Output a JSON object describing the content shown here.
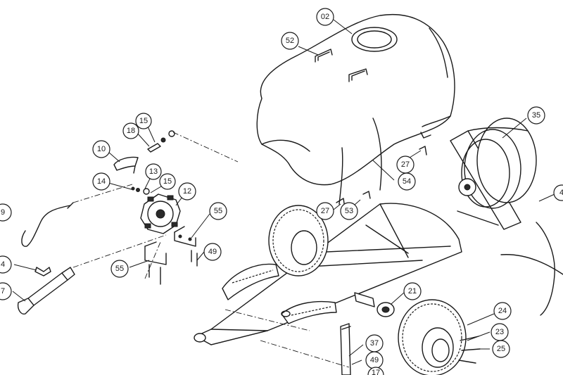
{
  "callouts": [
    {
      "id": "c02",
      "label": "02"
    },
    {
      "id": "c52",
      "label": "52"
    },
    {
      "id": "c15a",
      "label": "15"
    },
    {
      "id": "c18",
      "label": "18"
    },
    {
      "id": "c10",
      "label": "10"
    },
    {
      "id": "c13",
      "label": "13"
    },
    {
      "id": "c14",
      "label": "14"
    },
    {
      "id": "c15b",
      "label": "15"
    },
    {
      "id": "c12",
      "label": "12"
    },
    {
      "id": "c9",
      "label": "9"
    },
    {
      "id": "c55a",
      "label": "55"
    },
    {
      "id": "c49a",
      "label": "49"
    },
    {
      "id": "c55b",
      "label": "55"
    },
    {
      "id": "c4",
      "label": "4"
    },
    {
      "id": "c7",
      "label": "7"
    },
    {
      "id": "c27a",
      "label": "27"
    },
    {
      "id": "c54",
      "label": "54"
    },
    {
      "id": "c27b",
      "label": "27"
    },
    {
      "id": "c53",
      "label": "53"
    },
    {
      "id": "c35",
      "label": "35"
    },
    {
      "id": "c4r",
      "label": "4"
    },
    {
      "id": "c21",
      "label": "21"
    },
    {
      "id": "c24",
      "label": "24"
    },
    {
      "id": "c23",
      "label": "23"
    },
    {
      "id": "c25",
      "label": "25"
    },
    {
      "id": "c37",
      "label": "37"
    },
    {
      "id": "c49b",
      "label": "49"
    },
    {
      "id": "c17",
      "label": "17"
    }
  ]
}
